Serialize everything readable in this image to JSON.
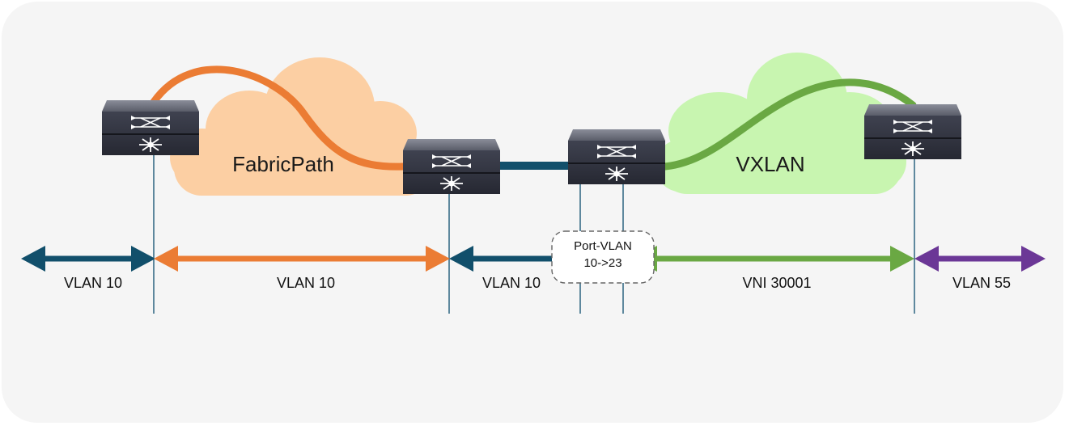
{
  "clouds": [
    {
      "id": "fabricpath",
      "label": "FabricPath",
      "color": "#fccfa3"
    },
    {
      "id": "vxlan",
      "label": "VXLAN",
      "color": "#c8f5b0"
    }
  ],
  "colors": {
    "background": "#f5f5f5",
    "fabricpath_orange": "#eb7c34",
    "vxlan_green": "#6aa843",
    "link_blue": "#114f6b",
    "vni_purple": "#6b3796",
    "switch_body": "#3a3d4a"
  },
  "segments": [
    {
      "label": "VLAN 10",
      "color": "#114f6b"
    },
    {
      "label": "VLAN 10",
      "color": "#eb7c34"
    },
    {
      "label": "VLAN 10",
      "color": "#114f6b"
    },
    {
      "label": "VNI 30001",
      "color": "#6aa843"
    },
    {
      "label": "VLAN 55",
      "color": "#6b3796"
    }
  ],
  "translation_box": {
    "line1": "Port-VLAN",
    "line2": "10->23"
  },
  "switches": [
    {
      "icon": "switch-icon"
    },
    {
      "icon": "switch-icon"
    },
    {
      "icon": "switch-icon"
    },
    {
      "icon": "switch-icon"
    }
  ]
}
